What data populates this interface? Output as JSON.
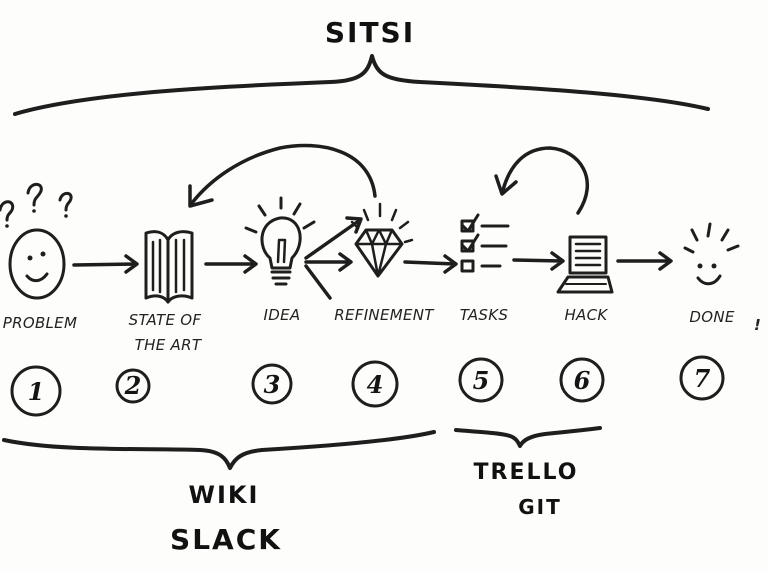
{
  "title": "SITSI",
  "steps": [
    {
      "number": "1",
      "label": "PROBLEM",
      "icon": "confused-face-icon"
    },
    {
      "number": "2",
      "label_line1": "STATE OF",
      "label_line2": "THE ART",
      "icon": "book-icon"
    },
    {
      "number": "3",
      "label": "IDEA",
      "icon": "lightbulb-icon"
    },
    {
      "number": "4",
      "label": "REFINEMENT",
      "icon": "diamond-icon"
    },
    {
      "number": "5",
      "label": "TASKS",
      "icon": "checklist-icon"
    },
    {
      "number": "6",
      "label": "HACK",
      "icon": "laptop-icon"
    },
    {
      "number": "7",
      "label": "DONE",
      "icon": "happy-face-icon"
    }
  ],
  "exclamation": "!",
  "groups": {
    "left": {
      "line1": "WIKI",
      "line2": "SLACK"
    },
    "right": {
      "line1": "TRELLO",
      "line2": "GIT"
    }
  }
}
